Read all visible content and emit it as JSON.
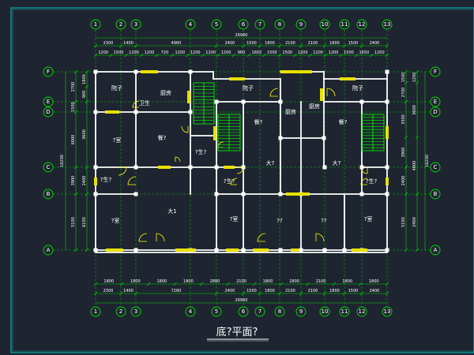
{
  "colors": {
    "background": "#1e2530",
    "wall": "#ffffff",
    "axis_bubble": "#00e000",
    "dimension_line": "#00d000",
    "window": "#e8e000",
    "stair": "#00ff00",
    "door": "#ffff00",
    "frame": "#00c8c8",
    "column": "#ffffff"
  },
  "axes_columns": [
    "1",
    "2",
    "3",
    "4",
    "5",
    "6",
    "7",
    "8",
    "9",
    "10",
    "11",
    "12",
    "13"
  ],
  "axes_rows": [
    "F",
    "E",
    "D",
    "C",
    "B",
    "A"
  ],
  "dims_top": {
    "total": "26960",
    "row1": [
      "2300",
      "1400",
      "4960",
      "2400",
      "1500",
      "1800",
      "2100",
      "2100",
      "1800",
      "1500",
      "2400"
    ],
    "row2": [
      "1200",
      "1500",
      "1200",
      "1200",
      "720",
      "1200",
      "1200",
      "1200",
      "1200",
      "960",
      "1650",
      "1500",
      "1500",
      "1200",
      "1200",
      "1200",
      "1500",
      "1650",
      "1200"
    ]
  },
  "dims_bottom": {
    "total": "26960",
    "row1": [
      "1800",
      "1800",
      "1800",
      "1800",
      "2880",
      "2100",
      "1800",
      "1800",
      "2100",
      "1800",
      "1800"
    ],
    "row2": [
      "2300",
      "1400",
      "7260",
      "2400",
      "1500",
      "1800",
      "2100",
      "2100",
      "1800",
      "1500",
      "2400"
    ]
  },
  "dims_left": {
    "total": "16200",
    "row1": [
      "2700",
      "1500",
      "6000",
      "3900",
      "5100"
    ],
    "row2": [
      "1800",
      "900",
      "3600",
      "2400",
      "6100"
    ]
  },
  "dims_right": {
    "total": "16200",
    "row1": [
      "1500",
      "2700",
      "3300",
      "3900",
      "2400",
      "5100"
    ],
    "row2": [
      "1200",
      "3600",
      "4800",
      "2400"
    ]
  },
  "rooms": [
    {
      "id": "room-yard-left",
      "text": "院子"
    },
    {
      "id": "room-kitchen-left",
      "text": "厨房"
    },
    {
      "id": "room-bath-left-top",
      "text": "卫生"
    },
    {
      "id": "room-bedroom-left-upper",
      "text": "?室"
    },
    {
      "id": "room-dining-left",
      "text": "餐?"
    },
    {
      "id": "room-wc-left-mid",
      "text": "?生?"
    },
    {
      "id": "room-wc-left-low",
      "text": "?生?"
    },
    {
      "id": "room-living-left",
      "text": "大1"
    },
    {
      "id": "room-bedroom-left-lower",
      "text": "?室"
    },
    {
      "id": "room-yard-mid",
      "text": "院子"
    },
    {
      "id": "room-kitchen-mid",
      "text": "厨房"
    },
    {
      "id": "room-dining-mid",
      "text": "餐?"
    },
    {
      "id": "room-wc-mid",
      "text": "?生?"
    },
    {
      "id": "room-hall-mid",
      "text": "大?"
    },
    {
      "id": "room-bedroom-mid",
      "text": "?室"
    },
    {
      "id": "room-unk-mid-a",
      "text": "??"
    },
    {
      "id": "room-unk-mid-b",
      "text": "??"
    },
    {
      "id": "room-kitchen-right",
      "text": "厨房"
    },
    {
      "id": "room-yard-right",
      "text": "院子"
    },
    {
      "id": "room-dining-right",
      "text": "餐?"
    },
    {
      "id": "room-hall-right",
      "text": "大?"
    },
    {
      "id": "room-wc-right",
      "text": "?生?"
    },
    {
      "id": "room-bedroom-right",
      "text": "?室"
    }
  ],
  "title": "底?平面?"
}
